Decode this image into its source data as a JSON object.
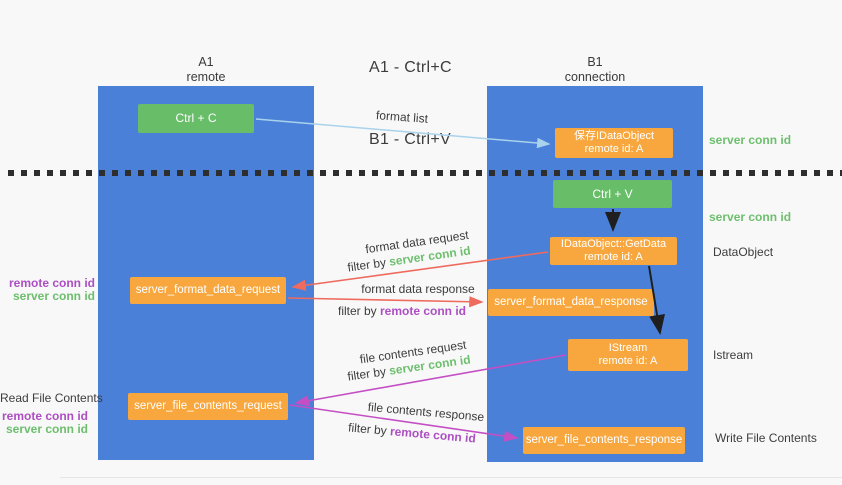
{
  "title": {
    "line1": "A1 - Ctrl+C",
    "line2": "B1 - Ctrl+V"
  },
  "columns": {
    "left": {
      "name": "A1",
      "role": "remote"
    },
    "right": {
      "name": "B1",
      "role": "connection"
    }
  },
  "nodes": {
    "ctrl_c": {
      "label": "Ctrl + C"
    },
    "save_idataobject": {
      "line1": "保存IDataObject",
      "line2": "remote id: A"
    },
    "ctrl_v": {
      "label": "Ctrl + V"
    },
    "getdata": {
      "line1": "IDataObject::GetData",
      "line2": "remote id: A"
    },
    "istream": {
      "line1": "IStream",
      "line2": "remote id: A"
    },
    "format_request": {
      "label": "server_format_data_request"
    },
    "format_response": {
      "label": "server_format_data_response"
    },
    "file_request": {
      "label": "server_file_contents_request"
    },
    "file_response": {
      "label": "server_file_contents_response"
    }
  },
  "side_labels": {
    "server_conn_top": "server conn id",
    "server_conn_mid": "server conn id",
    "dataobject": "DataObject",
    "istream": "Istream",
    "read_file": "Read File Contents",
    "write_file": "Write File Contents",
    "request_ids_1": {
      "remote": "remote conn id",
      "server": "server conn id"
    },
    "request_ids_2": {
      "remote": "remote conn id",
      "server": "server conn id"
    }
  },
  "arrows": {
    "format_list": {
      "label": "format list"
    },
    "format_data_request": {
      "label": "format data request",
      "filter_prefix": "filter by ",
      "filter_key": "server conn id"
    },
    "format_data_response": {
      "label": "format data response",
      "filter_prefix": "filter by ",
      "filter_key": "remote conn id"
    },
    "file_contents_request": {
      "label": "file contents request",
      "filter_prefix": "filter by ",
      "filter_key": "server conn id"
    },
    "file_contents_response": {
      "label": "file contents response",
      "filter_prefix": "filter by ",
      "filter_key": "remote conn id"
    }
  },
  "colors": {
    "lane_blue": "#4a80d8",
    "green_box": "#67bd68",
    "orange_box": "#f7a73e",
    "green_text": "#6dbf6d",
    "purple_text": "#ad4fc3",
    "red_arrow": "#ee6b5e",
    "magenta_arrow": "#c44fc4",
    "light_blue_arrow": "#a9d2ec",
    "black_arrow": "#1f1f1f"
  }
}
